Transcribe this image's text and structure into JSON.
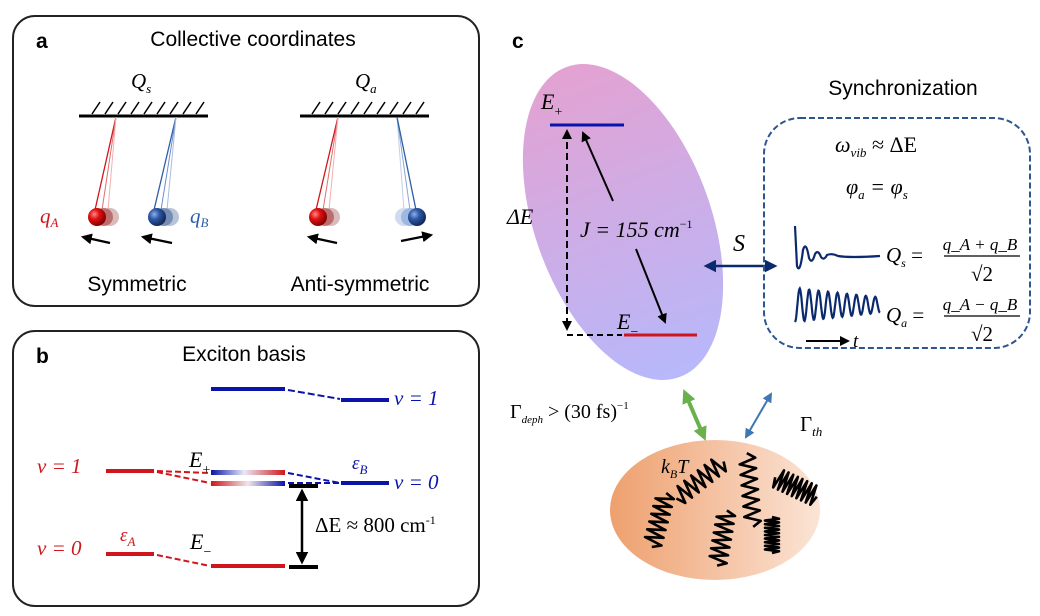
{
  "panel_a": {
    "letter": "a",
    "title": "Collective coordinates",
    "left_label": "Q",
    "left_sub": "s",
    "right_label": "Q",
    "right_sub": "a",
    "qA": "q",
    "qA_sub": "A",
    "qB": "q",
    "qB_sub": "B",
    "caption_left": "Symmetric",
    "caption_right": "Anti-symmetric",
    "colors": {
      "red": "#d0161c",
      "blue": "#2e5ea8"
    }
  },
  "panel_b": {
    "letter": "b",
    "title": "Exciton basis",
    "v1_left": "v = 1",
    "v0_left": "v = 0",
    "v1_right": "v = 1",
    "v0_right": "v = 0",
    "eps_A": "ε",
    "eps_A_sub": "A",
    "eps_B": "ε",
    "eps_B_sub": "B",
    "E_plus": "E",
    "E_plus_sub": "+",
    "E_minus": "E",
    "E_minus_sub": "−",
    "delta_E": "ΔE ≈ 800 cm",
    "delta_E_sup": "-1",
    "colors": {
      "red": "#d0161c",
      "blue": "#0a14a8"
    }
  },
  "panel_c": {
    "letter": "c",
    "E_plus": "E",
    "E_plus_sub": "+",
    "E_minus": "E",
    "E_minus_sub": "−",
    "delta_E": "ΔE",
    "J_label": "J = 155 cm",
    "J_sup": "−1",
    "S_label": "S",
    "sync_title": "Synchronization",
    "omega_eq": "ω",
    "omega_sub": "vib",
    "omega_rhs": " ≈ ΔE",
    "phi_eq_left": "φ",
    "phi_sub_a": "a",
    "phi_mid": " = φ",
    "phi_sub_s": "s",
    "Qs_lhs": "Q",
    "Qs_sub": "s",
    "Qs_num": "q_A + q_B",
    "Qa_lhs": "Q",
    "Qa_sub": "a",
    "Qa_num": "q_A − q_B",
    "sqrt2": "√2",
    "t_label": "t",
    "gamma_deph": "Γ",
    "gamma_deph_sub": "deph",
    "gamma_deph_rhs": " > (30 fs)",
    "gamma_deph_sup": "−1",
    "gamma_th": "Γ",
    "gamma_th_sub": "th",
    "bath_label": "k",
    "bath_sub": "B",
    "bath_T": "T",
    "colors": {
      "ellipse_top": "#e3a2d2",
      "ellipse_bottom": "#b7b8fb",
      "bath_left": "#eea06e",
      "bath_right": "#fbe4d6",
      "green_arrow": "#6ab04c",
      "blue_arrow": "#3f77b0",
      "dark_blue": "#0b2a6e",
      "dash_box": "#2e5590"
    }
  }
}
